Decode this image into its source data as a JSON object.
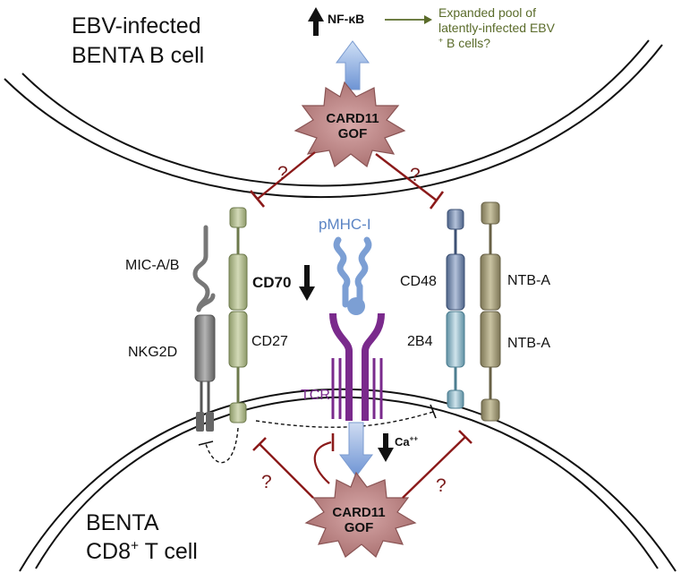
{
  "top_cell": {
    "line1": "EBV-infected",
    "line2": "BENTA B cell"
  },
  "bottom_cell": {
    "line1": "BENTA",
    "line2_main": "CD8",
    "line2_sup": "+",
    "line2_rest": " T cell"
  },
  "nfkb": {
    "label": "NF-κB",
    "arrow": "up-arrow-icon"
  },
  "outcome": {
    "line1": "Expanded pool of",
    "line2": "latently-infected EBV",
    "line3": "B cells?",
    "sup": "+"
  },
  "card11_top": {
    "line1": "CARD11",
    "line2": "GOF"
  },
  "card11_bottom": {
    "line1": "CARD11",
    "line2": "GOF"
  },
  "question_mark": "?",
  "labels": {
    "pmhc": "pMHC-I",
    "mic": "MIC-A/B",
    "cd70": "CD70",
    "cd27": "CD27",
    "nkg2d": "NKG2D",
    "cd48": "CD48",
    "b2b4": "2B4",
    "ntba_top": "NTB-A",
    "ntba_bottom": "NTB-A",
    "tcr": "TCR",
    "ca": "Ca",
    "ca_sup": "++"
  },
  "colors": {
    "membrane": "#111111",
    "inhibition": "#8b1a1a",
    "starburst_fill": "#b98080",
    "starburst_stroke": "#8a5454",
    "pmhc_blue": "#7c9fd4",
    "tcr_purple": "#7a2a8c",
    "cd27_green": "#a9b58a",
    "ntba_olive": "#9b9570",
    "cd48_blue": "#6e84a8",
    "b2b4_teal": "#7fa9b8",
    "nkg2d_gray": "#8a8a8a",
    "outcome_green": "#5a6b2a"
  }
}
